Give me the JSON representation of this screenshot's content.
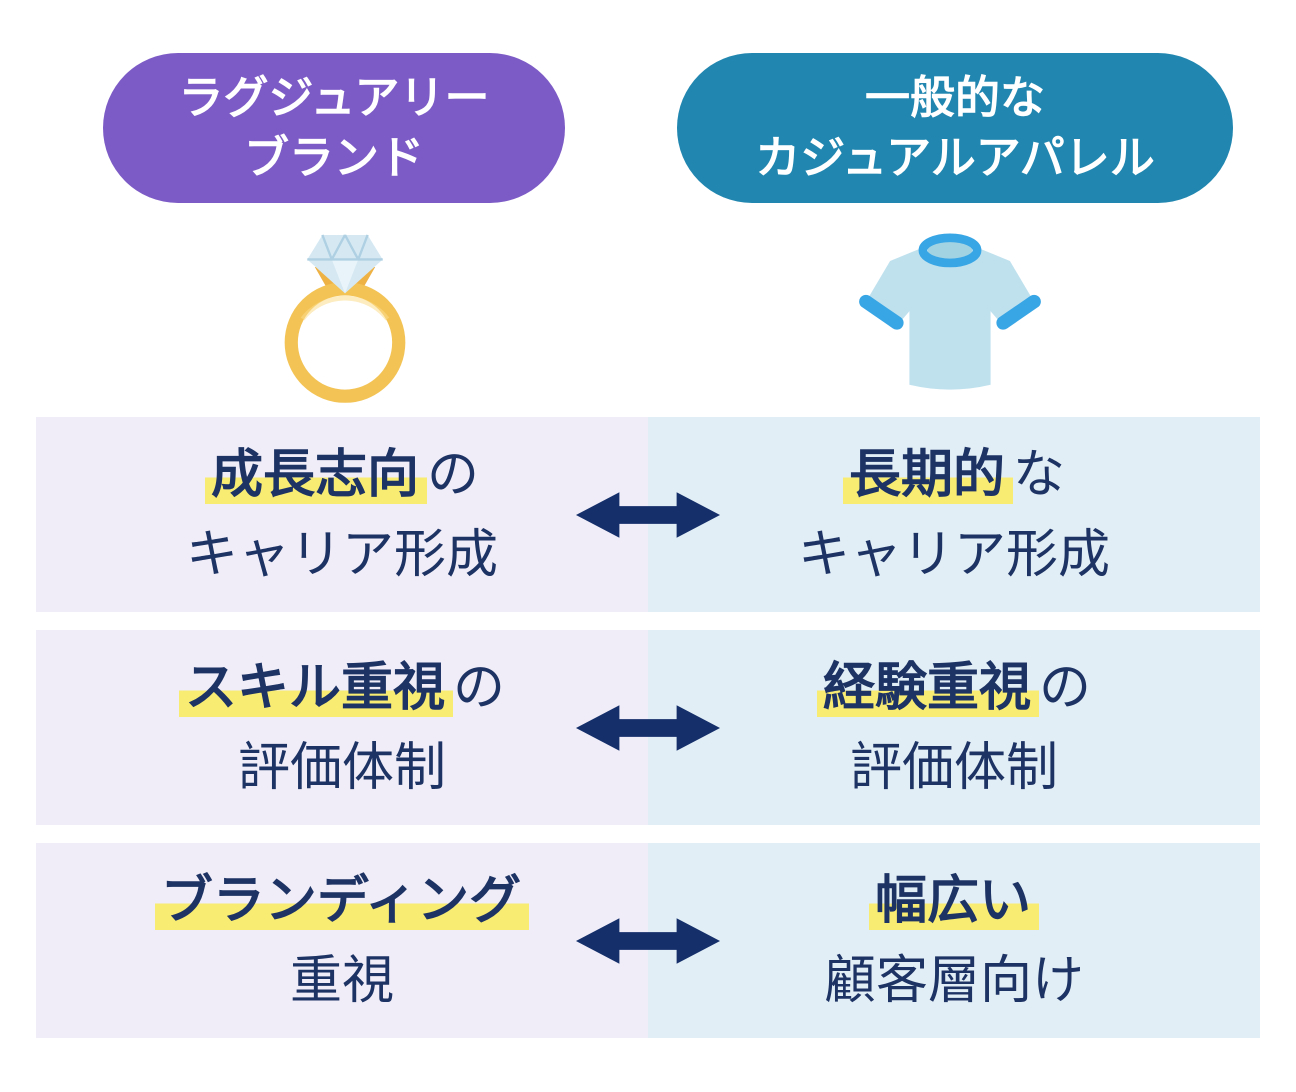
{
  "header": {
    "left": {
      "lines": [
        "ラグジュアリー",
        "ブランド"
      ]
    },
    "right": {
      "lines": [
        "一般的な",
        "カジュアルアパレル"
      ]
    }
  },
  "icons": {
    "left_column": "diamond-ring-icon",
    "right_column": "tshirt-icon",
    "row_separator": "double-headed-arrow-icon"
  },
  "rows": [
    {
      "left": {
        "keyword": "成長志向",
        "rest": "の",
        "line2": "キャリア形成"
      },
      "right": {
        "keyword": "長期的",
        "rest": "な",
        "line2": "キャリア形成"
      }
    },
    {
      "left": {
        "keyword": "スキル重視",
        "rest": "の",
        "line2": "評価体制"
      },
      "right": {
        "keyword": "経験重視",
        "rest": "の",
        "line2": "評価体制"
      }
    },
    {
      "left": {
        "keyword": "ブランディング",
        "rest": "",
        "line2": "重視"
      },
      "right": {
        "keyword": "幅広い",
        "rest": "",
        "line2": "顧客層向け"
      }
    }
  ],
  "colors": {
    "pill_left": "#7d5bc6",
    "pill_right": "#2187b0",
    "text": "#1d3364",
    "arrow": "#142f6a",
    "highlight": "#f8ec72",
    "row_left_bg": "#f0edf8",
    "row_right_bg": "#e2eef6",
    "gold": "#f3c355",
    "diamond": "#d6e9f3",
    "shirt_body": "#bfe1ee",
    "shirt_trim": "#38a5e5"
  }
}
